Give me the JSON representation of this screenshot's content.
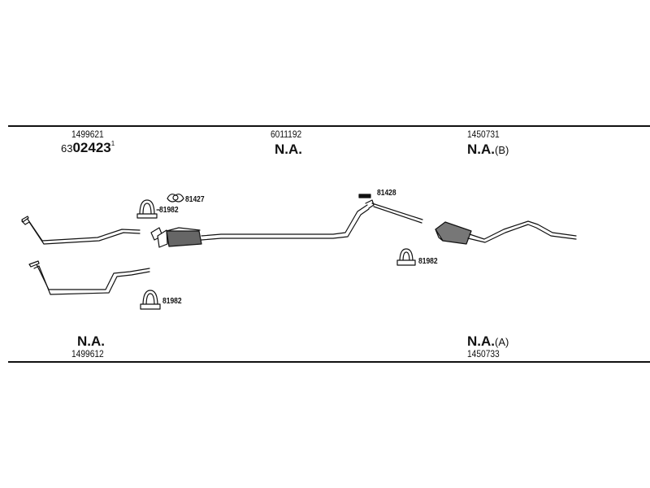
{
  "header": {
    "left_part_no": "1499621",
    "left_code_prefix": "63",
    "left_code_main": "02423",
    "left_code_suffix": "1",
    "center_part_no": "6011192",
    "center_status": "N.A.",
    "right_part_no": "1450731",
    "right_status": "N.A.",
    "right_variant": "(B)"
  },
  "callouts": {
    "clamp_top_a": "81427",
    "clamp_top_b": "81982",
    "clamp_bottom": "81982",
    "hanger_mid": "81428",
    "clamp_right": "81982"
  },
  "footer": {
    "left_status": "N.A.",
    "left_part_no": "1499612",
    "right_status": "N.A.",
    "right_variant": "(A)",
    "right_part_no": "1450733"
  }
}
